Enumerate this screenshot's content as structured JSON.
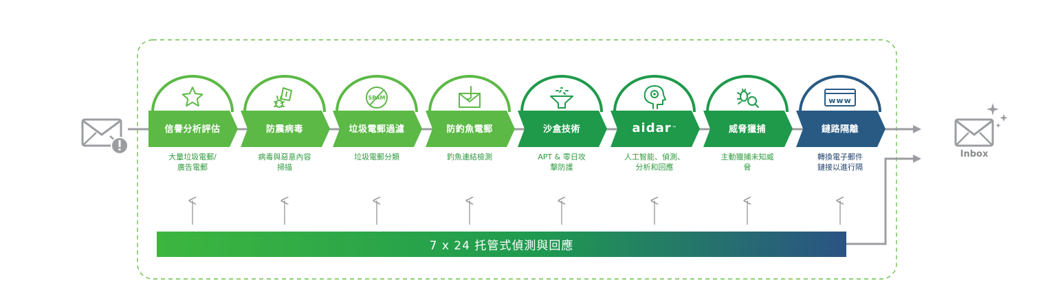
{
  "stages": [
    {
      "title": "信譽分析評估",
      "desc": "大量垃圾電郵/\n廣告電郵",
      "icon": "star-icon"
    },
    {
      "title": "防震病毒",
      "desc": "病毒與惡意內容\n掃描",
      "icon": "virus-bug-icon"
    },
    {
      "title": "垃圾電郵過濾",
      "desc": "垃圾電郵分類",
      "icon": "spam-icon",
      "icon_text": "SPAM"
    },
    {
      "title": "防釣魚電郵",
      "desc": "釣魚連結檢測",
      "icon": "phishing-hook-icon"
    },
    {
      "title": "沙盒技術",
      "desc": "APT & 零日攻\n擊防護",
      "icon": "sandbox-funnel-icon"
    },
    {
      "title": "aidar",
      "title_mark": "™",
      "desc": "人工智能、偵測、\n分析和回應",
      "icon": "ai-head-icon"
    },
    {
      "title": "威脅獵捕",
      "desc": "主動獵捕未知威\n脅",
      "icon": "threat-hunt-icon"
    },
    {
      "title": "鏈路隔離",
      "desc": "轉換電子郵件\n鏈接以進行隔",
      "icon": "www-browser-icon",
      "icon_text": "www"
    }
  ],
  "bottom_bar": {
    "label": "7 x 24 托管式偵測與回應"
  },
  "inbox": {
    "label": "Inbox",
    "icon": "inbox-mail-icon"
  },
  "incoming": {
    "icon": "suspicious-mail-icon"
  },
  "colors": {
    "green_light": "#5cb946",
    "green_dark": "#1e9a4a",
    "navy": "#285a84",
    "green_text": "#2f9a3f",
    "grey": "#9b9da0",
    "dash": "#6cc04a",
    "bar_start": "#3db63f",
    "bar_mid": "#1f9a50",
    "bar_end": "#2a5383"
  }
}
